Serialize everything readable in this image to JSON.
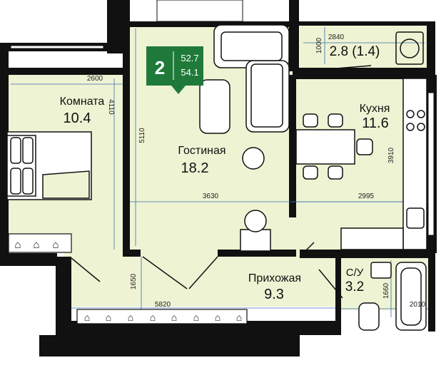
{
  "badge": {
    "rooms": "2",
    "total_area": "52.7",
    "living_area": "54.1",
    "color": "#1f7a3a"
  },
  "rooms": {
    "bedroom": {
      "name": "Комната",
      "area": "10.4"
    },
    "living": {
      "name": "Гостиная",
      "area": "18.2"
    },
    "kitchen": {
      "name": "Кухня",
      "area": "11.6"
    },
    "balcony": {
      "area": "2.8 (1.4)"
    },
    "hall": {
      "name": "Прихожая",
      "area": "9.3"
    },
    "bath": {
      "name": "С/У",
      "area": "3.2"
    }
  },
  "dimensions": {
    "d2600": "2600",
    "d4110": "4110",
    "d5110": "5110",
    "d3630": "3630",
    "d2995": "2995",
    "d3910": "3910",
    "d2840": "2840",
    "d1000": "1000",
    "d1650": "1650",
    "d5820": "5820",
    "d1660": "1660",
    "d2010": "2010"
  },
  "colors": {
    "floor": "#eef3d3",
    "wall": "#111111",
    "dimline": "#3a6fb0"
  }
}
